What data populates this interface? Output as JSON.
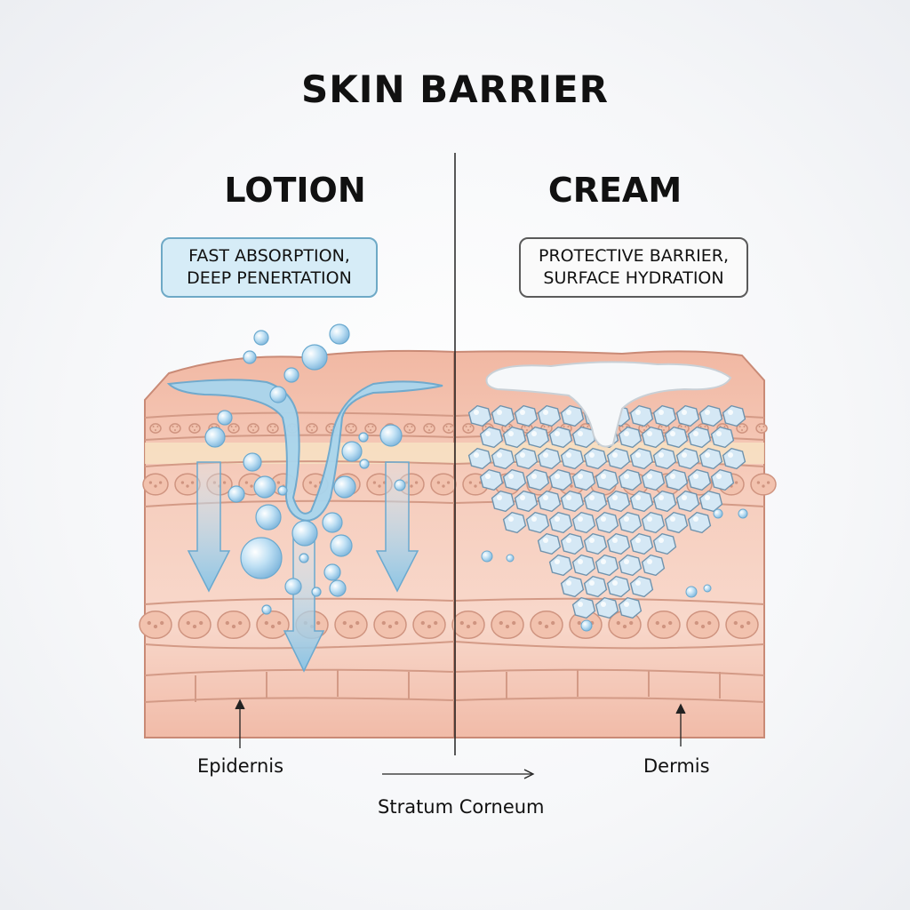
{
  "title": "SKIN BARRIER",
  "left": {
    "heading": "LOTION",
    "callout_line1": "FAST ABSORPTION,",
    "callout_line2": "DEEP PENERTATION"
  },
  "right": {
    "heading": "CREAM",
    "callout_line1": "PROTECTIVE BARRIER,",
    "callout_line2": "SURFACE HYDRATION"
  },
  "labels": {
    "epidermis": "Epidernis",
    "dermis": "Dermis",
    "stratum": "Stratum Corneum"
  },
  "colors": {
    "skin_top": "#f1b8a3",
    "skin_mid": "#f7d3c4",
    "skin_deep": "#f3c0ad",
    "outline": "#c98a76",
    "lotion": "#a9d6ee",
    "cream": "#f6f8fa",
    "cell": "#cfe3f3"
  }
}
